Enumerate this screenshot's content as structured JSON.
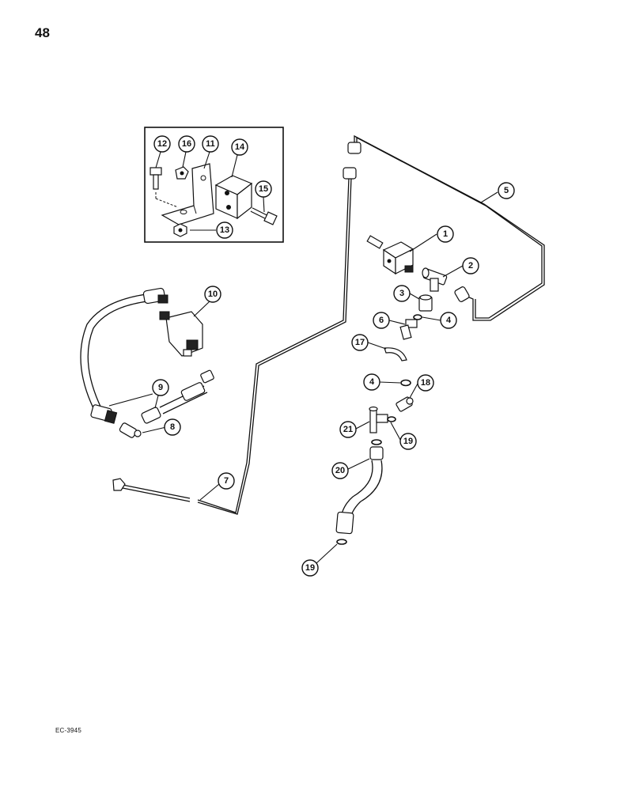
{
  "page_number": "48",
  "ref_code": "EC-3945",
  "callouts": {
    "c1": "1",
    "c2": "2",
    "c3": "3",
    "c4a": "4",
    "c4b": "4",
    "c5": "5",
    "c6": "6",
    "c7": "7",
    "c8": "8",
    "c9": "9",
    "c10": "10",
    "c11": "11",
    "c12": "12",
    "c13": "13",
    "c14": "14",
    "c15": "15",
    "c16": "16",
    "c17": "17",
    "c18": "18",
    "c19a": "19",
    "c19b": "19",
    "c20": "20",
    "c21": "21"
  }
}
